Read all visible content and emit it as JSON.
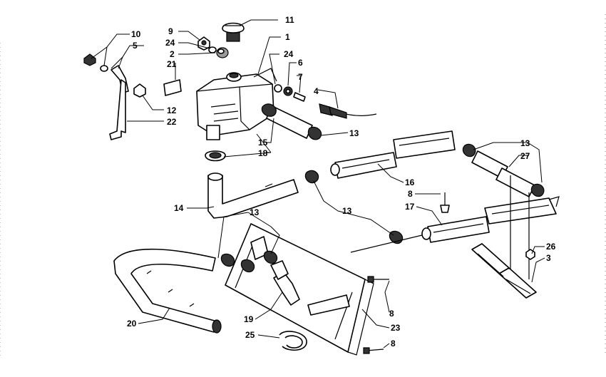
{
  "diagram": {
    "callouts": [
      {
        "id": "c11",
        "text": "11"
      },
      {
        "id": "c10",
        "text": "10"
      },
      {
        "id": "c9",
        "text": "9"
      },
      {
        "id": "c1",
        "text": "1"
      },
      {
        "id": "c5",
        "text": "5"
      },
      {
        "id": "c24a",
        "text": "24"
      },
      {
        "id": "c2",
        "text": "2"
      },
      {
        "id": "c24b",
        "text": "24"
      },
      {
        "id": "c21",
        "text": "21"
      },
      {
        "id": "c6",
        "text": "6"
      },
      {
        "id": "c7",
        "text": "7"
      },
      {
        "id": "c4",
        "text": "4"
      },
      {
        "id": "c12",
        "text": "12"
      },
      {
        "id": "c22",
        "text": "22"
      },
      {
        "id": "c13a",
        "text": "13"
      },
      {
        "id": "c15",
        "text": "15"
      },
      {
        "id": "c18",
        "text": "18"
      },
      {
        "id": "c13b",
        "text": "13"
      },
      {
        "id": "c27",
        "text": "27"
      },
      {
        "id": "c16",
        "text": "16"
      },
      {
        "id": "c8a",
        "text": "8"
      },
      {
        "id": "c17",
        "text": "17"
      },
      {
        "id": "c14",
        "text": "14"
      },
      {
        "id": "c13c",
        "text": "13"
      },
      {
        "id": "c13d",
        "text": "13"
      },
      {
        "id": "c26",
        "text": "26"
      },
      {
        "id": "c3",
        "text": "3"
      },
      {
        "id": "c8b",
        "text": "8"
      },
      {
        "id": "c20",
        "text": "20"
      },
      {
        "id": "c19",
        "text": "19"
      },
      {
        "id": "c23",
        "text": "23"
      },
      {
        "id": "c25",
        "text": "25"
      },
      {
        "id": "c8c",
        "text": "8"
      }
    ]
  }
}
